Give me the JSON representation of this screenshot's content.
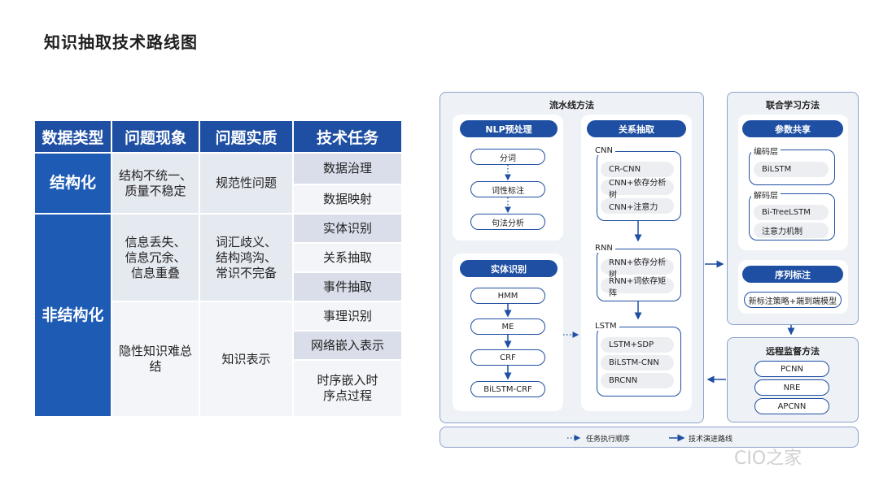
{
  "title": "知识抽取技术路线图",
  "table": {
    "headers": [
      "数据类型",
      "问题现象",
      "问题实质",
      "技术任务"
    ],
    "structured": {
      "type": "结构化",
      "phenomenon": "结构不统一、质量不稳定",
      "essence": "规范性问题",
      "tasks": [
        "数据治理",
        "数据映射"
      ]
    },
    "unstructured": {
      "type": "非结构化",
      "phenomenon1": "信息丢失、信息冗余、信息重叠",
      "essence1": "词汇歧义、结构鸿沟、常识不完备",
      "tasks1": [
        "实体识别",
        "关系抽取",
        "事件抽取"
      ],
      "phenomenon2": "隐性知识难总结",
      "essence2": "知识表示",
      "tasks2": [
        "事理识别",
        "网络嵌入表示",
        "时序嵌入时序点过程"
      ]
    }
  },
  "diagram": {
    "pipeline": {
      "title": "流水线方法",
      "nlp": {
        "title": "NLP预处理",
        "steps": [
          "分词",
          "词性标注",
          "句法分析"
        ]
      },
      "ner": {
        "title": "实体识别",
        "steps": [
          "HMM",
          "ME",
          "CRF",
          "BiLSTM-CRF"
        ]
      },
      "relation": {
        "title": "关系抽取",
        "groups": [
          {
            "label": "CNN",
            "items": [
              "CR-CNN",
              "CNN+依存分析树",
              "CNN+注意力"
            ]
          },
          {
            "label": "RNN",
            "items": [
              "RNN+依存分析树",
              "RNN+词依存矩阵"
            ]
          },
          {
            "label": "LSTM",
            "items": [
              "LSTM+SDP",
              "BiLSTM-CNN",
              "BRCNN"
            ]
          }
        ]
      }
    },
    "joint": {
      "title": "联合学习方法",
      "param_share": {
        "title": "参数共享",
        "encoder": {
          "label": "编码层",
          "items": [
            "BiLSTM"
          ]
        },
        "decoder": {
          "label": "解码层",
          "items": [
            "Bi-TreeLSTM",
            "注意力机制"
          ]
        }
      },
      "seq_label": {
        "title": "序列标注",
        "items": [
          "新标注策略+端到端模型"
        ]
      }
    },
    "distant": {
      "title": "远程监督方法",
      "items": [
        "PCNN",
        "NRE",
        "APCNN"
      ]
    },
    "legend": {
      "task_order": "任务执行顺序",
      "evolution": "技术演进路线"
    }
  },
  "watermark": "CIO之家",
  "colors": {
    "primary": "#1e4fa3",
    "panel": "#eef1f6",
    "border": "#8da3c9"
  }
}
